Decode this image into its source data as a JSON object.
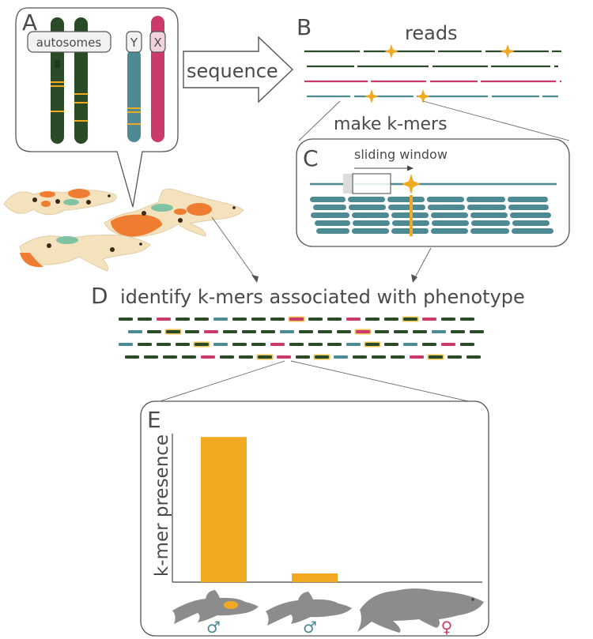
{
  "panels": {
    "a": "A",
    "b": "B",
    "c": "C",
    "d": "D",
    "e": "E"
  },
  "chromosome_labels": {
    "autosomes": "autosomes",
    "y": "Y",
    "x": "X"
  },
  "sequence_label": "sequence",
  "reads_label": "reads",
  "make_kmers_label": "make k-mers",
  "sliding_window_label": "sliding window",
  "identify_label": "identify k-mers associated with phenotype",
  "chart_data": {
    "type": "bar",
    "ylabel": "k-mer presence",
    "categories": [
      "♂",
      "♂",
      "♀"
    ],
    "values": [
      1.0,
      0.06,
      0.0
    ],
    "ylim": [
      0,
      1.05
    ],
    "bar_color": "#f2a922"
  },
  "colors": {
    "autosome": "#2b4a27",
    "y_chrom": "#4d8a93",
    "x_chrom": "#cb3a6a",
    "band": "#f2a922",
    "male_symbol": "#4d8a93",
    "female_symbol": "#cb3a6a",
    "silhouette": "#8c8c8c"
  }
}
